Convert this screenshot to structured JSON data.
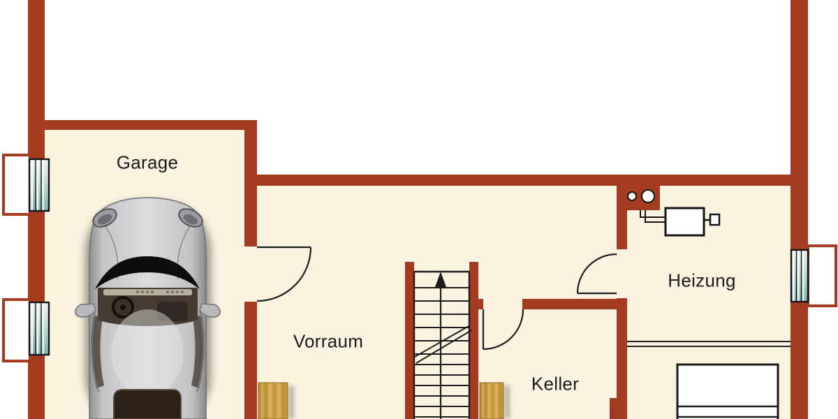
{
  "plan": {
    "type": "floor-plan",
    "level": "basement",
    "rooms": [
      {
        "id": "garage",
        "label": "Garage"
      },
      {
        "id": "vorraum",
        "label": "Vorraum"
      },
      {
        "id": "keller",
        "label": "Keller"
      },
      {
        "id": "heizung",
        "label": "Heizung"
      }
    ],
    "icons": [
      "car-top-view-icon",
      "staircase-up-arrow-icon",
      "chimney-flues-icon",
      "heating-boiler-icon",
      "window-icon",
      "door-swing-icon",
      "wood-cabinet-icon",
      "cellar-stairs-icon"
    ]
  },
  "colors": {
    "wall": "#a43a20",
    "wall-edge": "#8a2d15",
    "floor": "#faf3e0",
    "outside": "#ffffff",
    "line": "#1c1c1c",
    "glass-top": "#ecf3ee",
    "glass-bottom": "#7fb3aa",
    "wood-dark": "#a8791f",
    "wood-light": "#ddb264",
    "car-body": "#d8d8da"
  }
}
